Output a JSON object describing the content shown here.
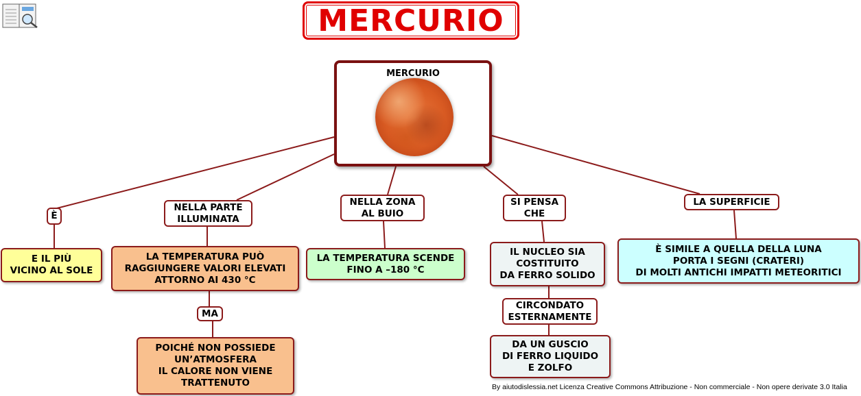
{
  "title": "MERCURIO",
  "center": {
    "label": "MERCURIO",
    "image": "mercury-planet"
  },
  "nodes": {
    "e": "È",
    "e_text": "E IL PIÙ\nVICINO AL SOLE",
    "nella_parte": "NELLA PARTE\nILLUMINATA",
    "temp_alta": "LA TEMPERATURA PUÒ\nRAGGIUNGERE VALORI ELEVATI\nATTORNO AI 430 °C",
    "ma": "MA",
    "poiche": "POICHÉ  NON  POSSIEDE\nUN’ATMOSFERA\nIL  CALORE  NON  VIENE\nTRATTENUTO",
    "nella_zona": "NELLA ZONA\nAL BUIO",
    "temp_bassa": "LA TEMPERATURA SCENDE\nFINO A –180 °C",
    "si_pensa": "SI PENSA\nCHE",
    "nucleo": "IL NUCLEO SIA\nCOSTITUITO\nDA FERRO SOLIDO",
    "circondato": "CIRCONDATO\nESTERNAMENTE",
    "guscio": "DA UN GUSCIO\nDI FERRO LIQUIDO\nE ZOLFO",
    "superficie": "LA SUPERFICIE",
    "simile": "È SIMILE A QUELLA DELLA LUNA\nPORTA I SEGNI (CRATERI)\nDI MOLTI ANTICHI IMPATTI METEORITICI"
  },
  "credit": "By aiutodislessia.net Licenza Creative Commons Attribuzione - Non commerciale - Non opere derivate 3.0 Italia",
  "colors": {
    "title": "#e00000",
    "link": "#8b1a1a",
    "yellow": "#ffff99",
    "orange": "#f9c08e",
    "green": "#ccffcc",
    "grey": "#eef4f4",
    "cyan": "#ccffff"
  }
}
